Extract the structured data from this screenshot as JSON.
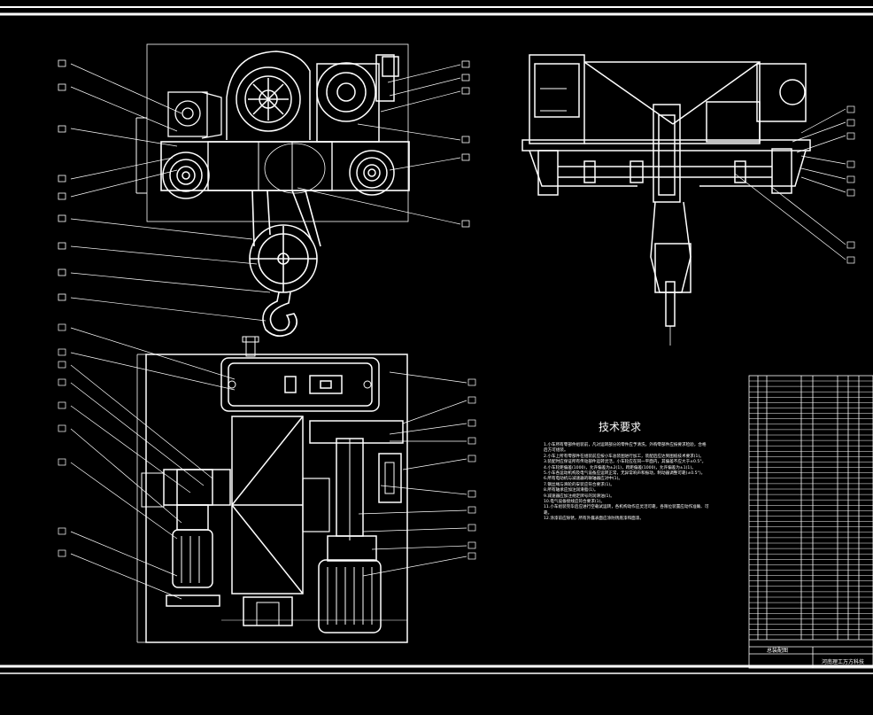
{
  "drawing": {
    "tech_requirements": {
      "title": "技术要求",
      "items": [
        "1.小车所有零部件组装前，凡对运转部分的零件应予清洗，外购零部件应按要求检验，合格后方可组装。",
        "2.小车上所有零部件在组装前应按小车总装图进行加工，装配后应达到图纸技术要求(1)。",
        "3.装配时应保证所有传动部件运转灵活，小车轮应在同一平面内，其偏差不应大于±0.5°。",
        "4.小车轮距偏差(1000)，允许偏差为±2(1)，跨距偏差(1000)，允许偏差为±1(1)。",
        "5.小车各运动机构及电气设备应运转正常，无异常响声和振动，制动器调整可靠(±0.5°)。",
        "6.所有电动机与减速器的联轴器应对中(1)。",
        "7.钢丝绳与滑轮的安装应符合要求(1)。",
        "8.所有轴承应加注润滑脂(1)。",
        "9.减速器应加注规定牌号的润滑油(1)。",
        "10.电气设备接线应符合要求(1)。",
        "11.小车组装完毕后应进行空载试运转，各机构动作应灵活可靠，各限位装置应动作准确、可靠。",
        "12.涂漆前应除锈，所有外露表面应涂防锈底漆和面漆。"
      ]
    },
    "title_block": {
      "drawing_name": "总装配图",
      "institution": "河南理工万方科技"
    }
  }
}
